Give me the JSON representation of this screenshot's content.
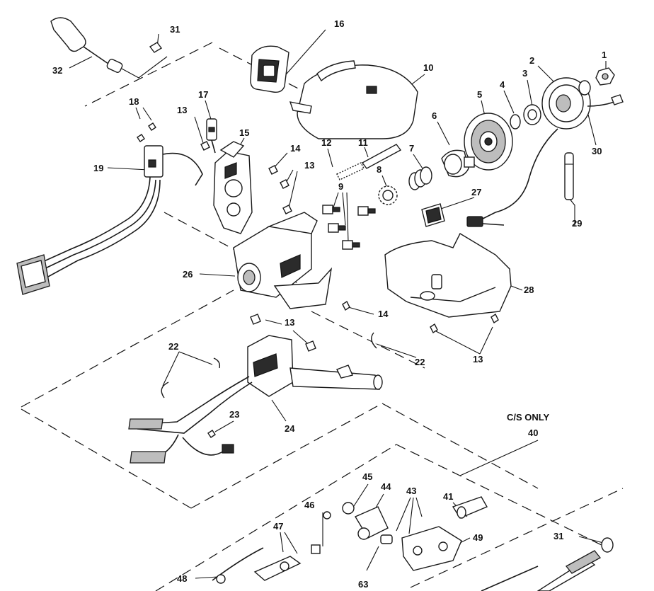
{
  "callouts": [
    {
      "id": "c1",
      "text": "1"
    },
    {
      "id": "c2",
      "text": "2"
    },
    {
      "id": "c3",
      "text": "3"
    },
    {
      "id": "c4",
      "text": "4"
    },
    {
      "id": "c5",
      "text": "5"
    },
    {
      "id": "c6",
      "text": "6"
    },
    {
      "id": "c7",
      "text": "7"
    },
    {
      "id": "c8",
      "text": "8"
    },
    {
      "id": "c9",
      "text": "9"
    },
    {
      "id": "c10",
      "text": "10"
    },
    {
      "id": "c11",
      "text": "11"
    },
    {
      "id": "c12",
      "text": "12"
    },
    {
      "id": "c13a",
      "text": "13"
    },
    {
      "id": "c13b",
      "text": "13"
    },
    {
      "id": "c13c",
      "text": "13"
    },
    {
      "id": "c13d",
      "text": "13"
    },
    {
      "id": "c14a",
      "text": "14"
    },
    {
      "id": "c14b",
      "text": "14"
    },
    {
      "id": "c15",
      "text": "15"
    },
    {
      "id": "c16",
      "text": "16"
    },
    {
      "id": "c17",
      "text": "17"
    },
    {
      "id": "c18",
      "text": "18"
    },
    {
      "id": "c19",
      "text": "19"
    },
    {
      "id": "c22a",
      "text": "22"
    },
    {
      "id": "c22b",
      "text": "22"
    },
    {
      "id": "c23",
      "text": "23"
    },
    {
      "id": "c24",
      "text": "24"
    },
    {
      "id": "c26",
      "text": "26"
    },
    {
      "id": "c27",
      "text": "27"
    },
    {
      "id": "c28",
      "text": "28"
    },
    {
      "id": "c29",
      "text": "29"
    },
    {
      "id": "c30",
      "text": "30"
    },
    {
      "id": "c31a",
      "text": "31"
    },
    {
      "id": "c31b",
      "text": "31"
    },
    {
      "id": "c32",
      "text": "32"
    },
    {
      "id": "c40",
      "text": "40"
    },
    {
      "id": "c41",
      "text": "41"
    },
    {
      "id": "c43",
      "text": "43"
    },
    {
      "id": "c44",
      "text": "44"
    },
    {
      "id": "c45",
      "text": "45"
    },
    {
      "id": "c46",
      "text": "46"
    },
    {
      "id": "c47",
      "text": "47"
    },
    {
      "id": "c48",
      "text": "48"
    },
    {
      "id": "c49",
      "text": "49"
    },
    {
      "id": "c63",
      "text": "63"
    }
  ],
  "note": "C/S ONLY"
}
